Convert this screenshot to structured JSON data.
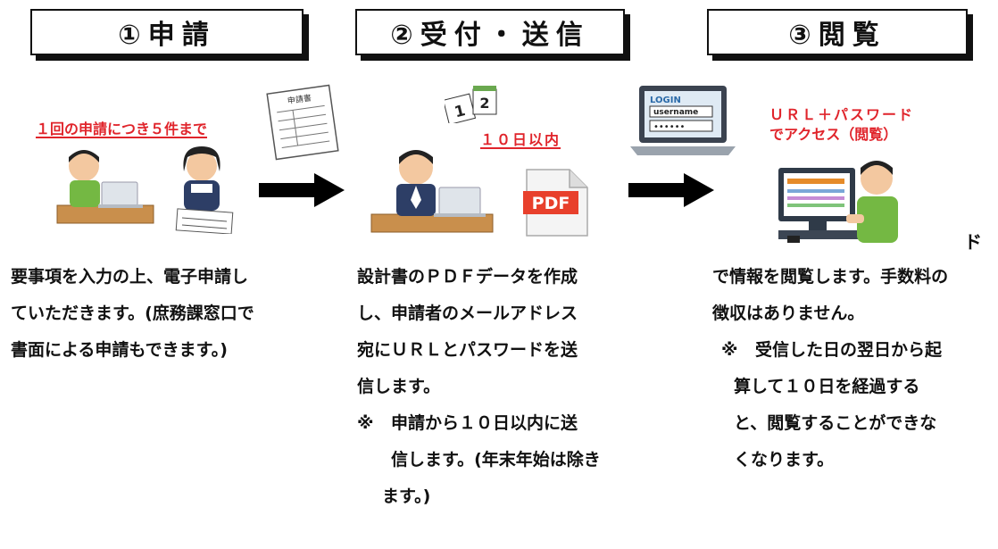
{
  "steps": [
    {
      "label": "①申請"
    },
    {
      "label": "②受付・送信"
    },
    {
      "label": "③閲覧"
    }
  ],
  "step1": {
    "note": "１回の申請につき５件まで",
    "form_label": "申請書",
    "desc": [
      "要事項を入力の上、電子申請し",
      "ていただきます。(庶務課窓口で",
      "書面による申請もできます。)"
    ]
  },
  "step2": {
    "cal_1": "1",
    "cal_2": "2",
    "note": "１０日以内",
    "pdf_label": "PDF",
    "desc": [
      "設計書のＰＤＦデータを作成",
      "し、申請者のメールアドレス",
      "宛にＵＲＬとパスワードを送",
      "信します。"
    ],
    "note_mark": "※",
    "note_lines": [
      "申請から１０日以内に送",
      "信します。(年末年始は除き",
      "ます。)"
    ]
  },
  "step3": {
    "login_title": "LOGIN",
    "login_user": "username",
    "login_pass": "••••••",
    "note_line1": "ＵＲＬ＋パスワード",
    "note_line2": "でアクセス（閲覧）",
    "stray_char": "ド",
    "desc": [
      "で情報を閲覧します。手数料の",
      "徴収はありません。"
    ],
    "note_mark": "※",
    "note_lines": [
      "受信した日の翌日から起",
      "算して１０日を経過する",
      "と、閲覧することができな",
      "くなります。"
    ]
  }
}
